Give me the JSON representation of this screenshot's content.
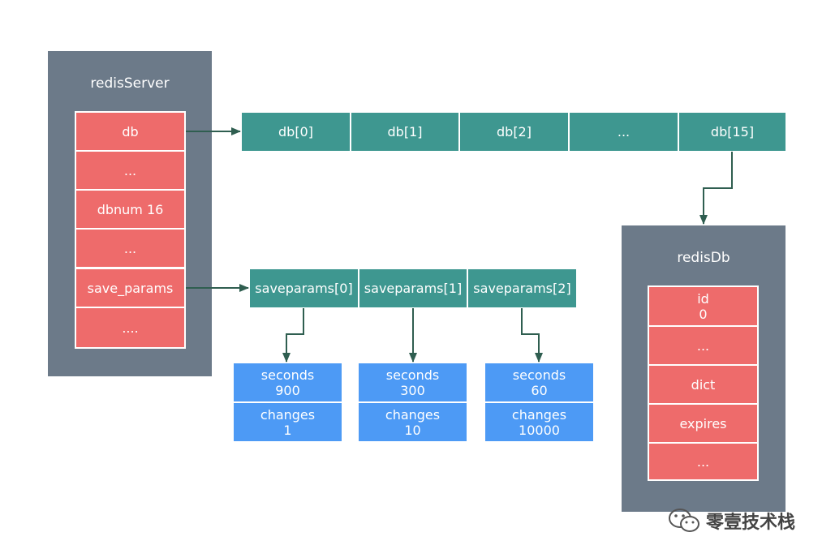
{
  "redis_server": {
    "title": "redisServer",
    "fields": [
      "db",
      "...",
      "dbnum 16",
      "...",
      "save_params",
      "...."
    ]
  },
  "db_array": [
    "db[0]",
    "db[1]",
    "db[2]",
    "...",
    "db[15]"
  ],
  "redis_db": {
    "title": "redisDb",
    "fields": [
      "id\n0",
      "...",
      "dict",
      "expires",
      "..."
    ]
  },
  "saveparams": [
    {
      "label": "saveparams[0]",
      "seconds": "seconds\n900",
      "changes": "changes\n1"
    },
    {
      "label": "saveparams[1]",
      "seconds": "seconds\n300",
      "changes": "changes\n10"
    },
    {
      "label": "saveparams[2]",
      "seconds": "seconds\n60",
      "changes": "changes\n10000"
    }
  ],
  "watermark": "零壹技术栈",
  "colors": {
    "panel": "#6c7a89",
    "field": "#ee6b6b",
    "array": "#3e9790",
    "param": "#4d9af5",
    "arrow": "#2f5e50"
  }
}
